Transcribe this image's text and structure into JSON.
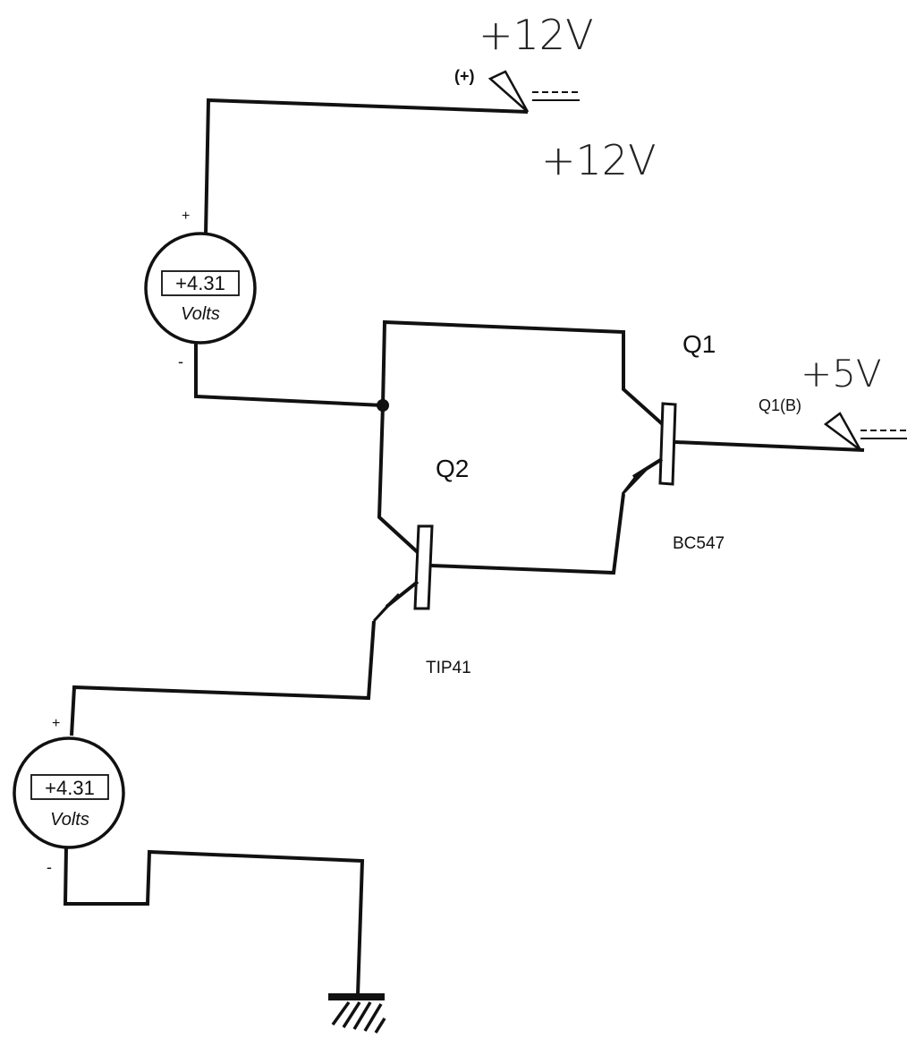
{
  "annotations": {
    "handwritten_top": "+12V",
    "handwritten_middle": "+12V",
    "handwritten_q1_base": "+5V"
  },
  "supply_top": {
    "label": "(+)"
  },
  "supply_q1_base": {
    "label": "Q1(B)"
  },
  "voltmeter_top": {
    "value": "+4.31",
    "unit": "Volts",
    "plus": "+",
    "minus": "-"
  },
  "voltmeter_bottom": {
    "value": "+4.31",
    "unit": "Volts",
    "plus": "+",
    "minus": "-"
  },
  "transistor_q1": {
    "designator": "Q1",
    "part": "BC547"
  },
  "transistor_q2": {
    "designator": "Q2",
    "part": "TIP41"
  }
}
